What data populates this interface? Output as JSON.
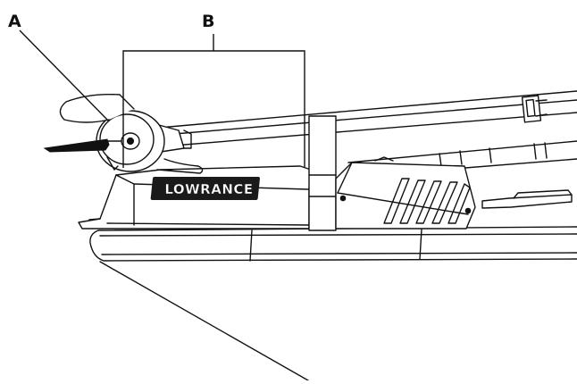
{
  "callouts": {
    "a": "A",
    "b": "B"
  },
  "brand_logo": "LOWRANCE",
  "colors": {
    "line": "#111111",
    "background": "#ffffff",
    "logo_plate": "#1a1a1a",
    "logo_text": "#ffffff"
  }
}
